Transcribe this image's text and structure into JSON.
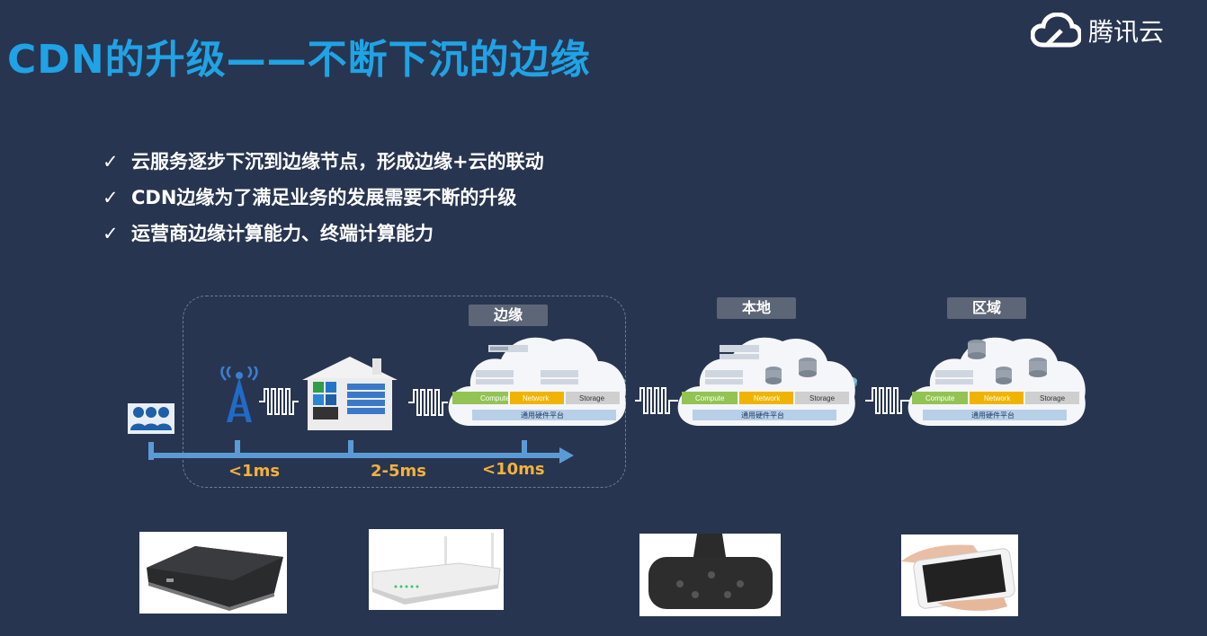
{
  "header": {
    "title": "CDN的升级——不断下沉的边缘",
    "logo_text": "腾讯云"
  },
  "bullets": [
    "云服务逐步下沉到边缘节点，形成边缘+云的联动",
    "CDN边缘为了满足业务的发展需要不断的升级",
    "运营商边缘计算能力、终端计算能力"
  ],
  "tiers": [
    {
      "label": "边缘",
      "compute": "Compute",
      "network": "Network",
      "storage": "Storage",
      "platform": "通用硬件平台"
    },
    {
      "label": "本地",
      "compute": "Compute",
      "network": "Network",
      "storage": "Storage",
      "platform": "通用硬件平台"
    },
    {
      "label": "区域",
      "compute": "Compute",
      "network": "Network",
      "storage": "Storage",
      "platform": "通用硬件平台"
    }
  ],
  "latencies": [
    "<1ms",
    "2-5ms",
    "<10ms"
  ],
  "icons": {
    "logo": "cloud-logo-icon",
    "users": "users-group-icon",
    "tower": "cell-tower-icon",
    "building": "edge-building-icon",
    "switch": "router-icon",
    "devices": [
      "set-top-box-image",
      "wifi-router-image",
      "vr-headset-image",
      "smartphone-image"
    ]
  },
  "colors": {
    "background": "#283550",
    "title": "#1fa3e5",
    "latency": "#f2b23c",
    "axis": "#5b9bd5",
    "compute": "#92c353",
    "network": "#f0b400",
    "storage": "#cfcfcf"
  }
}
